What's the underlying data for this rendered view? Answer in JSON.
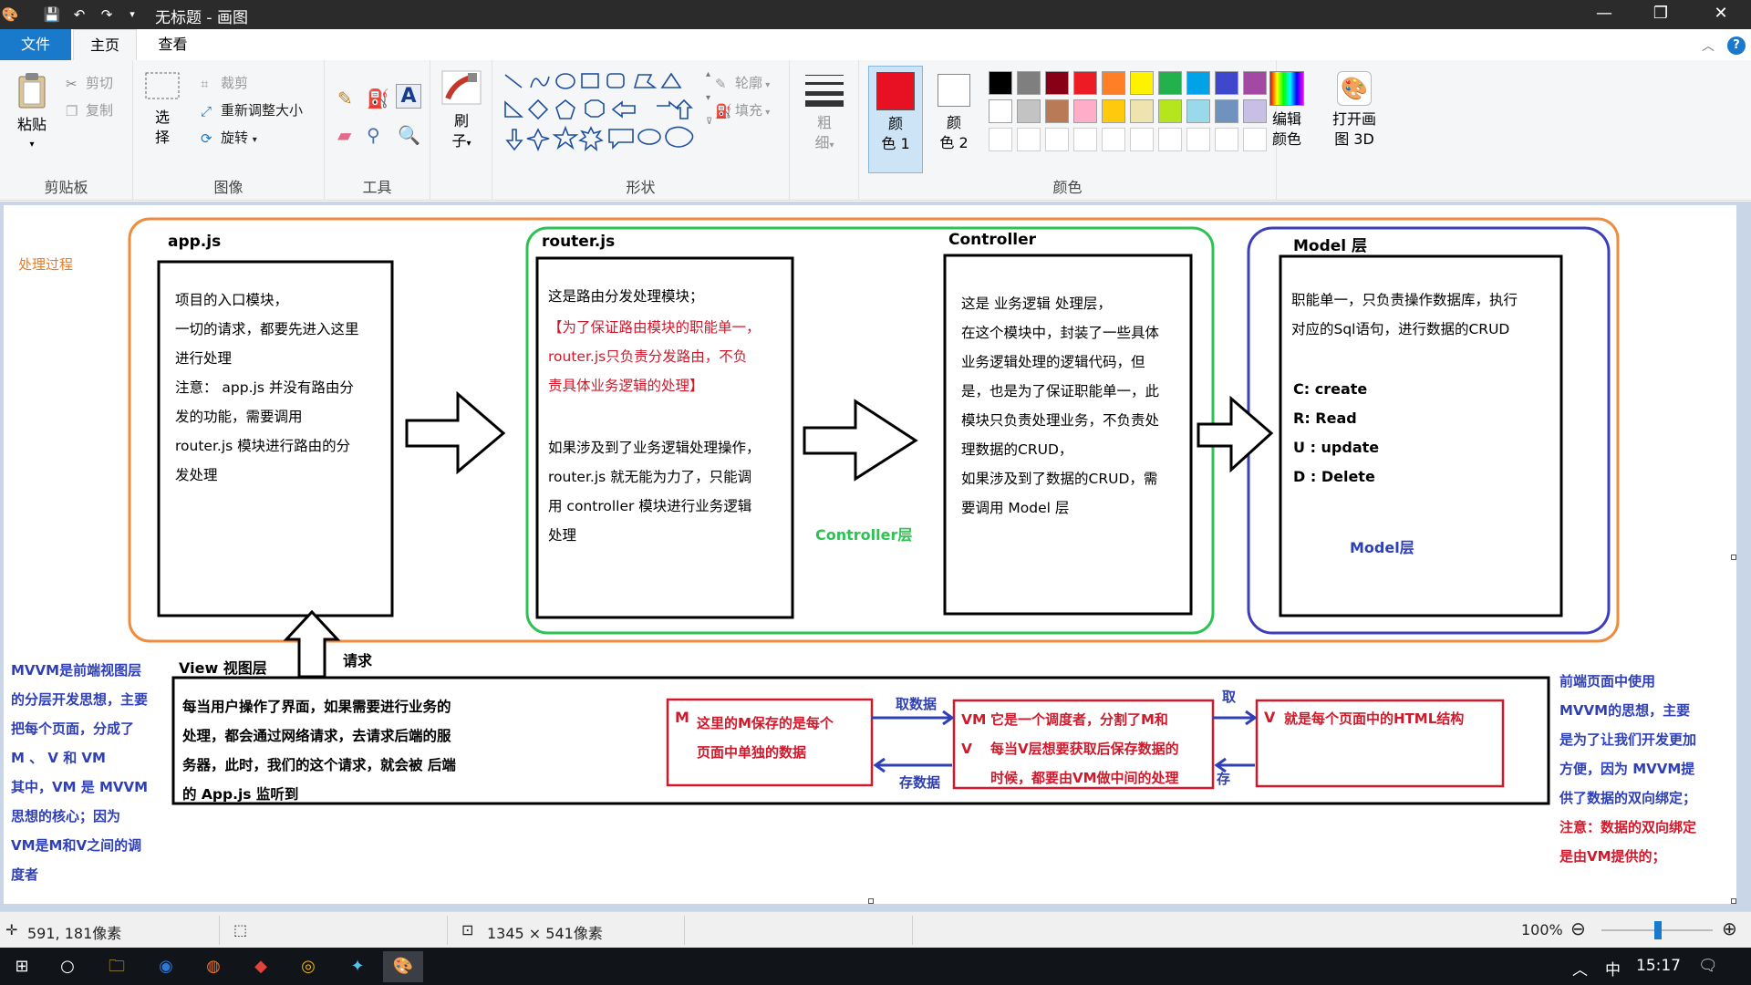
{
  "window": {
    "title": "无标题 - 画图",
    "controls": {
      "minimize": "—",
      "restore": "❐",
      "close": "✕"
    }
  },
  "tabs": {
    "file": "文件",
    "home": "主页",
    "view": "查看"
  },
  "ribbon": {
    "clipboard": {
      "paste": "粘贴",
      "cut": "剪切",
      "copy": "复制",
      "label": "剪贴板"
    },
    "image": {
      "select_1": "选",
      "select_2": "择",
      "crop": "裁剪",
      "resize": "重新调整大小",
      "rotate": "旋转",
      "label": "图像"
    },
    "tools": {
      "label": "工具"
    },
    "brush": {
      "label_1": "刷",
      "label_2": "子"
    },
    "shapes": {
      "outline": "轮廓",
      "fill": "填充",
      "label": "形状"
    },
    "size": {
      "label_1": "粗",
      "label_2": "细"
    },
    "colors": {
      "color1_1": "颜",
      "color1_2": "色 1",
      "color2_1": "颜",
      "color2_2": "色 2",
      "edit_1": "编辑",
      "edit_2": "颜色",
      "paint3d_1": "打开画",
      "paint3d_2": "图 3D",
      "label": "颜色",
      "color1_value": "#e81123",
      "color2_value": "#ffffff",
      "palette_row1": [
        "#000000",
        "#7f7f7f",
        "#880015",
        "#ed1c24",
        "#ff7f27",
        "#fff200",
        "#22b14c",
        "#00a2e8",
        "#3f48cc",
        "#a349a4"
      ],
      "palette_row2": [
        "#ffffff",
        "#c3c3c3",
        "#b97a57",
        "#ffaec9",
        "#ffc90e",
        "#efe4b0",
        "#b5e61d",
        "#99d9ea",
        "#7092be",
        "#c8bfe7"
      ]
    }
  },
  "diagram": {
    "side_left_label": "处理过程",
    "appjs": {
      "title": "app.js",
      "text": "项目的入口模块，\n一切的请求，都要先进入这里\n进行处理\n注意： app.js 并没有路由分\n发的功能，需要调用\nrouter.js 模块进行路由的分\n发处理"
    },
    "router": {
      "title": "router.js",
      "line1": "这是路由分发处理模块；",
      "red": "【为了保证路由模块的职能单一，\nrouter.js只负责分发路由，不负\n责具体业务逻辑的处理】",
      "text2": "如果涉及到了业务逻辑处理操作，\nrouter.js 就无能为力了，只能调\n用 controller 模块进行业务逻辑\n处理",
      "layer_label": "Controller层"
    },
    "controller": {
      "title": "Controller",
      "text": "这是 业务逻辑 处理层，\n在这个模块中，封装了一些具体\n业务逻辑处理的逻辑代码，但\n是，也是为了保证职能单一，此\n模块只负责处理业务，不负责处\n理数据的CRUD，\n如果涉及到了数据的CRUD，需\n要调用 Model 层"
    },
    "model": {
      "title": "Model 层",
      "text": "职能单一，只负责操作数据库，执行\n对应的Sql语句，进行数据的CRUD",
      "crud": "C: create\nR: Read\nU : update\nD : Delete",
      "layer_label": "Model层"
    },
    "view": {
      "title": "View 视图层",
      "request_label": "请求",
      "text": "每当用户操作了界面，如果需要进行业务的\n处理，都会通过网络请求，去请求后端的服\n务器，此时，我们的这个请求，就会被 后端\n的 App.js 监听到"
    },
    "mvvm": {
      "m_letter": "M",
      "m_text": "这里的M保存的是每个\n页面中单独的数据",
      "vm_letters": "VM\nV",
      "vm_text": "它是一个调度者，分割了M和\n每当V层想要获取后保存数据的\n时候，都要由VM做中间的处理",
      "v_letter": "V",
      "v_text": "就是每个页面中的HTML结构",
      "fetch_data": "取数据",
      "save_data": "存数据",
      "fetch": "取",
      "save": "存"
    },
    "left_note": "MVVM是前端视图层\n的分层开发思想，主要\n把每个页面，分成了\nM 、 V 和 VM\n其中，VM 是 MVVM\n思想的核心；因为\nVM是M和V之间的调\n度者",
    "right_note": "前端页面中使用\nMVVM的思想，主要\n是为了让我们开发更加\n方便，因为 MVVM提\n供了数据的双向绑定；",
    "right_note_red": "注意：数据的双向绑定\n是由VM提供的；"
  },
  "status": {
    "cursor": "591, 181像素",
    "canvas_size": "1345 × 541像素",
    "zoom": "100%"
  },
  "taskbar": {
    "ime": "中",
    "time": "15:17"
  }
}
